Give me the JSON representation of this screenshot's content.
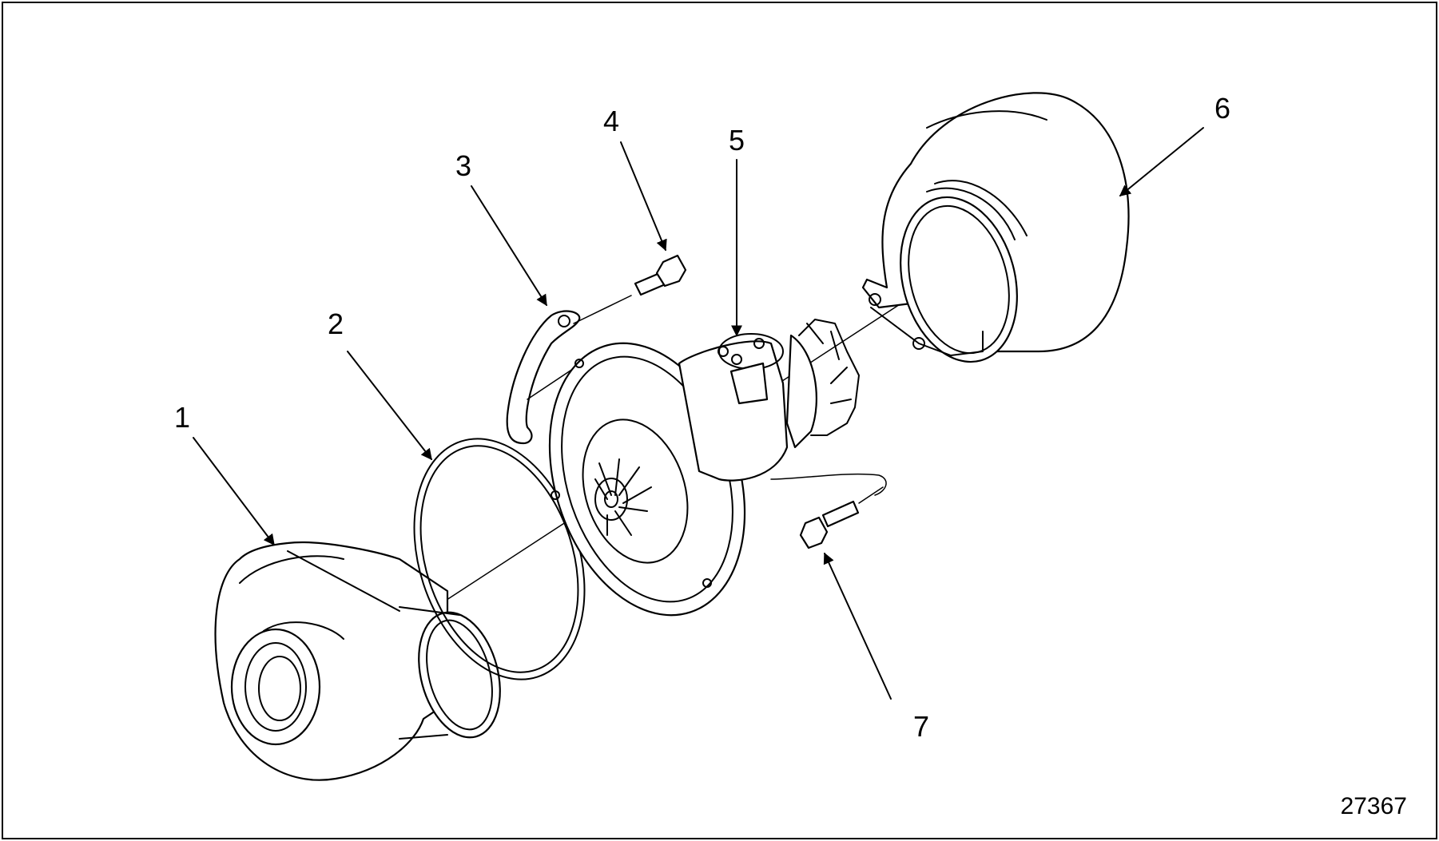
{
  "callouts": [
    {
      "id": "1",
      "label": "1"
    },
    {
      "id": "2",
      "label": "2"
    },
    {
      "id": "3",
      "label": "3"
    },
    {
      "id": "4",
      "label": "4"
    },
    {
      "id": "5",
      "label": "5"
    },
    {
      "id": "6",
      "label": "6"
    },
    {
      "id": "7",
      "label": "7"
    }
  ],
  "figure_number": "27367"
}
